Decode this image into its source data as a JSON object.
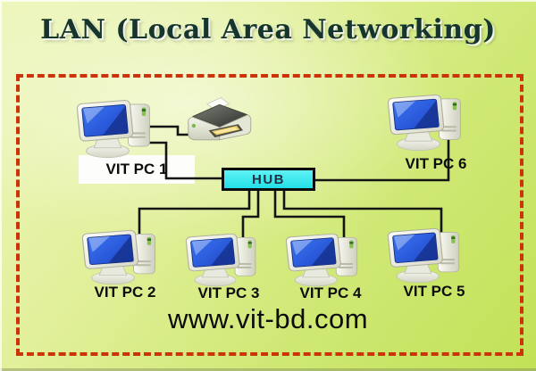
{
  "title": "LAN (Local Area Networking)",
  "hub": {
    "label": "HUB"
  },
  "nodes": {
    "pc1": {
      "label": "VIT PC 1",
      "icon": "computer-icon"
    },
    "pc2": {
      "label": "VIT PC 2",
      "icon": "computer-icon"
    },
    "pc3": {
      "label": "VIT PC 3",
      "icon": "computer-icon"
    },
    "pc4": {
      "label": "VIT PC 4",
      "icon": "computer-icon"
    },
    "pc5": {
      "label": "VIT PC 5",
      "icon": "computer-icon"
    },
    "pc6": {
      "label": "VIT PC 6",
      "icon": "computer-icon"
    },
    "printer": {
      "icon": "printer-icon"
    }
  },
  "connections": [
    {
      "from": "pc1",
      "to": "printer"
    },
    {
      "from": "pc1",
      "to": "hub"
    },
    {
      "from": "hub",
      "to": "pc6"
    },
    {
      "from": "hub",
      "to": "pc2"
    },
    {
      "from": "hub",
      "to": "pc3"
    },
    {
      "from": "hub",
      "to": "pc4"
    },
    {
      "from": "hub",
      "to": "pc5"
    }
  ],
  "footer": {
    "website": "www.vit-bd.com"
  },
  "colors": {
    "background_light": "#f2f8d2",
    "background_dark": "#c2e156",
    "frame_dash_red": "#cd3309",
    "hub_cyan": "#2FE8EC",
    "wire_black": "#141414",
    "title_dark_green": "#16352c",
    "screen_blue": "#2558dd"
  }
}
